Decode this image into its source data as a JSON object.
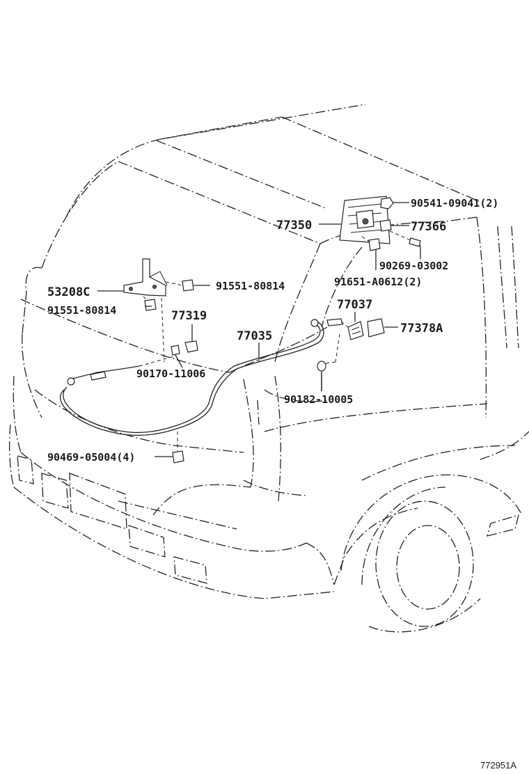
{
  "parts": {
    "p77350": "77350",
    "p90541": "90541-09041(2)",
    "p77366": "77366",
    "p90269": "90269-03002",
    "p91651": "91651-A0612(2)",
    "p53208C": "53208C",
    "p91551a": "91551-80814",
    "p91551b": "91551-80814",
    "p77319": "77319",
    "p77037": "77037",
    "p77378A": "77378A",
    "p77035": "77035",
    "p90170": "90170-11006",
    "p90182": "90182-10005",
    "p90469": "90469-05004(4)"
  },
  "diagram_ref": "772951A"
}
